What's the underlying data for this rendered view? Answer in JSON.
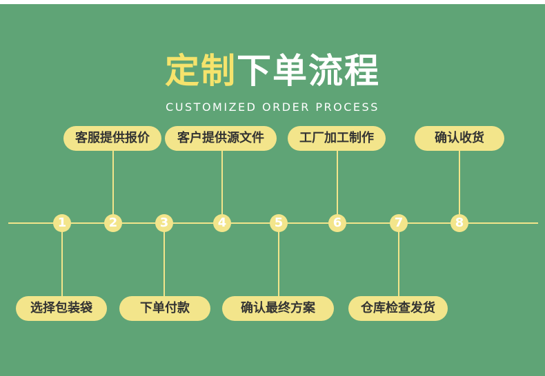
{
  "title": {
    "part1": "定制",
    "part2": "下单流程"
  },
  "subtitle": "CUSTOMIZED ORDER PROCESS",
  "colors": {
    "background": "#5fa476",
    "accent": "#f3e58b",
    "title_accent": "#f5e36c",
    "text": "#333333"
  },
  "steps": [
    {
      "number": "1",
      "label": "选择包装袋"
    },
    {
      "number": "2",
      "label": "客服提供报价"
    },
    {
      "number": "3",
      "label": "下单付款"
    },
    {
      "number": "4",
      "label": "客户提供源文件"
    },
    {
      "number": "5",
      "label": "确认最终方案"
    },
    {
      "number": "6",
      "label": "工厂加工制作"
    },
    {
      "number": "7",
      "label": "仓库检查发货"
    },
    {
      "number": "8",
      "label": "确认收货"
    }
  ]
}
